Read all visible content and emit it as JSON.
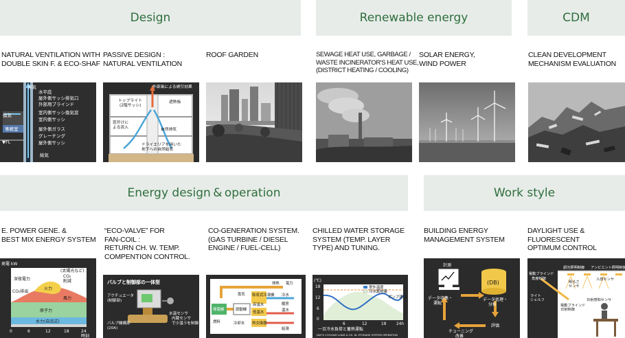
{
  "banners": {
    "design": "Design",
    "renewable": "Renewable energy",
    "cdm": "CDM",
    "energy": "Energy design & operation",
    "work": "Work style"
  },
  "items": {
    "ventilation": "NATURAL VENTILATION WITH\nDOUBLE SKIN F. & ECO-SHAF",
    "passive": "PASSIVE DESIGN :\nNATURAL VENTILATION",
    "roof": "ROOF GARDEN",
    "sewage": "SEWAGE HEAT USE, GARBAGE /\nWASTE INCINERATOR'S HEAT USE,\n(DISTRICT HEATING / COOLING)",
    "solar": "SOLAR ENERGY,\nWIND POWER",
    "clean": "CLEAN DEVELOPMENT\nMECHANISM EVALUATION",
    "power": "E. POWER GENE. &\nBEST MIX ENERGY SYSTEM",
    "ecovalve": "“ECO-VALVE” FOR\nFAN-COIL :\nRETURN CH. W. TEMP.\nCOMPENTION CONTROL.",
    "cogen": "CO-GENERATION SYSTEM.\n(GAS TURBINE / DIESEL\nENGINE / FUEL-CELL)",
    "chilled": "CHILLED WATER STORAGE\nSYSTEM  (TEMP. LAYER\nTYPE)  AND TUNING.",
    "bems": "BUILDING ENERGY\nMANAGEMENT SYSTEM",
    "daylight": "DAYLIGHT USE &\nFLUORESCENT\nOPTIMUM CONTROL"
  },
  "tiles": {
    "vent": {
      "l1": "排気",
      "l2": "水平庇",
      "l3": "屋外側サッシ排気口",
      "l4": "外部用ブラインド",
      "l5": "室内側サッシ換気窓",
      "l6": "室内側サッシ",
      "l7": "屋外側ガラス",
      "l8": "グレーチング",
      "l9": "屋外側サッシ",
      "l10": "給気",
      "l11": "換気",
      "l12": "事務室",
      "l13": "▼FL"
    },
    "passive": {
      "l1": "外部風による誘引効果",
      "l2": "トップライト",
      "l3": "(2階サッシ)",
      "l4": "遮熱板",
      "l5": "窓开けに",
      "l6": "よる流入",
      "l7": "自然排気",
      "l8": "ドライエリアを用いた",
      "l9": "地下への自然給気"
    },
    "power": {
      "unit": "発電 kW",
      "t1": "深夜電力",
      "t2": "CO₂排出",
      "t3": "(太陽光など)",
      "t4": "CO₂",
      "t5": "削減",
      "t6": "火力",
      "t7": "風力",
      "t8": "原子力",
      "t9": "水力(自流式)",
      "x0": "0",
      "x6": "6",
      "x12": "12",
      "x18": "18",
      "x24": "24",
      "xu": "時刻"
    },
    "valve": {
      "title": "バルブと制御部の一体型",
      "t1": "アクチュエータ",
      "t2": "(制御部)",
      "t3": "水温センサ",
      "t4": "内蔵センサ",
      "t5": "で小温ラを制御",
      "t6": "バルブ機構部",
      "t7": "(20A)"
    },
    "cogen": {
      "t1": "排熱",
      "t2": "電力",
      "t3": "蒸気",
      "t4": "吸収式冷凍機",
      "t5": "冷水",
      "t6": "燃料",
      "t7": "発電機",
      "t8": "原動機",
      "t9": "高温水",
      "t10": "暖房",
      "t11": "温水",
      "t12": "低温水",
      "t13": "熱交換器",
      "t14": "給湯",
      "t15": "冷却水"
    },
    "chilled": {
      "y": "(℃)",
      "l1": "室外温度",
      "l2": "冷水蓄熱量",
      "l3": "ポンプ運転",
      "y18": "18",
      "y12": "12",
      "y6": "6",
      "y0": "0",
      "x6": "6",
      "x12": "12",
      "x18": "18",
      "x24": "24h",
      "cap1": "一日冷水負荷と蓄熱運転",
      "cap2": "DAY'S COOLING LOAD & CH. W. STORAGE SYSTEM OPERATION"
    },
    "bems": {
      "t1": "計測",
      "db": "(DB)",
      "t2": "データ収集・",
      "t3": "運転",
      "t4": "データ処理・",
      "t5": "分析",
      "t6": "評価",
      "t7": "チューニング",
      "t8": "改善"
    },
    "daylight": {
      "t1": "調光照明制御",
      "t2": "アンビエント照明制御",
      "t3": "電動ブラインド",
      "t4": "角度制御",
      "t5": "人感センサ",
      "t6": "明るさ",
      "t7": "センサ",
      "t8": "ライト",
      "t9": "シェルフ",
      "t10": "電動ブラインド",
      "t11": "日射制御",
      "t12": "日射感知センサ"
    }
  },
  "colors": {
    "banner_bg": "#e7ece8",
    "banner_text": "#2f6e3e",
    "tile_dark": "#2b2b2b",
    "accent_orange": "#f2a33c",
    "accent_red": "#c4453e"
  }
}
